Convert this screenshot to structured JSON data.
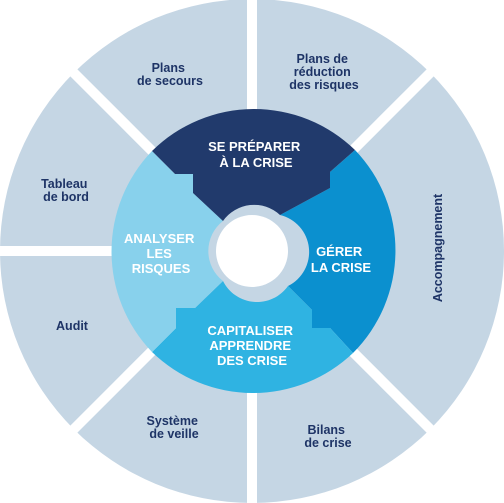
{
  "diagram": {
    "colors": {
      "outer_ring": "#c5d6e4",
      "background": "#ffffff",
      "outer_text": "#1e3466",
      "inner_text": "#ffffff",
      "center_hole": "#ffffff"
    },
    "outer_segments": [
      {
        "id": "plans-de-secours",
        "lines": [
          "Plans",
          "de secours"
        ]
      },
      {
        "id": "plans-de-reduction",
        "lines": [
          "Plans de",
          "réduction",
          "des risques"
        ]
      },
      {
        "id": "accompagnement",
        "lines": [
          "Accompagnement"
        ]
      },
      {
        "id": "bilans-de-crise",
        "lines": [
          "Bilans",
          "de crise"
        ]
      },
      {
        "id": "systeme-de-veille",
        "lines": [
          "Système",
          "de veille"
        ]
      },
      {
        "id": "audit",
        "lines": [
          "Audit"
        ]
      },
      {
        "id": "tableau-de-bord",
        "lines": [
          "Tableau",
          "de bord"
        ]
      }
    ],
    "inner_pieces": [
      {
        "id": "se-preparer",
        "color": "#213a6c",
        "lines": [
          "SE PRÉPARER",
          "À LA CRISE"
        ]
      },
      {
        "id": "gerer",
        "color": "#0b90cf",
        "lines": [
          "GÉRER",
          "LA CRISE"
        ]
      },
      {
        "id": "capitaliser",
        "color": "#2fb3e2",
        "lines": [
          "CAPITALISER",
          "APPRENDRE",
          "DES CRISE"
        ]
      },
      {
        "id": "analyser",
        "color": "#88d1ec",
        "lines": [
          "ANALYSER",
          "LES",
          "RISQUES"
        ]
      }
    ]
  }
}
